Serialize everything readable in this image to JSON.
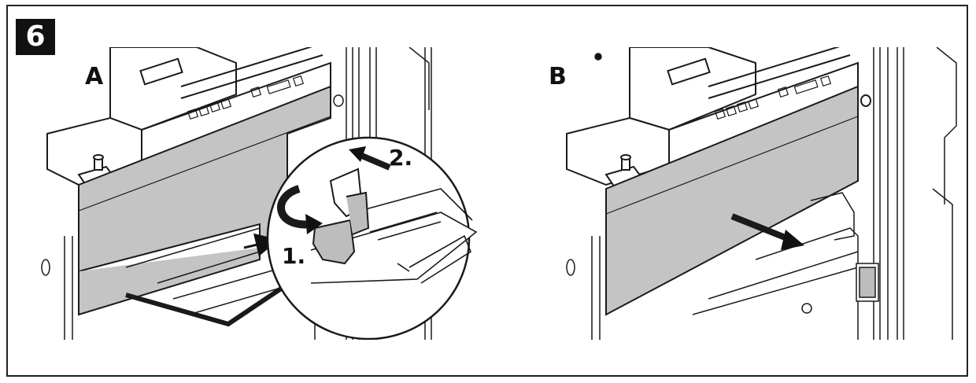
{
  "step_number": "6",
  "panel_a": {
    "label": "A",
    "step1": "1.",
    "step2": "2."
  },
  "panel_b": {
    "label": "B"
  },
  "colors": {
    "line": "#1a1a1a",
    "panel_fill": "#c4c4c4",
    "clip_fill": "#bdbdbd",
    "background": "#ffffff"
  }
}
